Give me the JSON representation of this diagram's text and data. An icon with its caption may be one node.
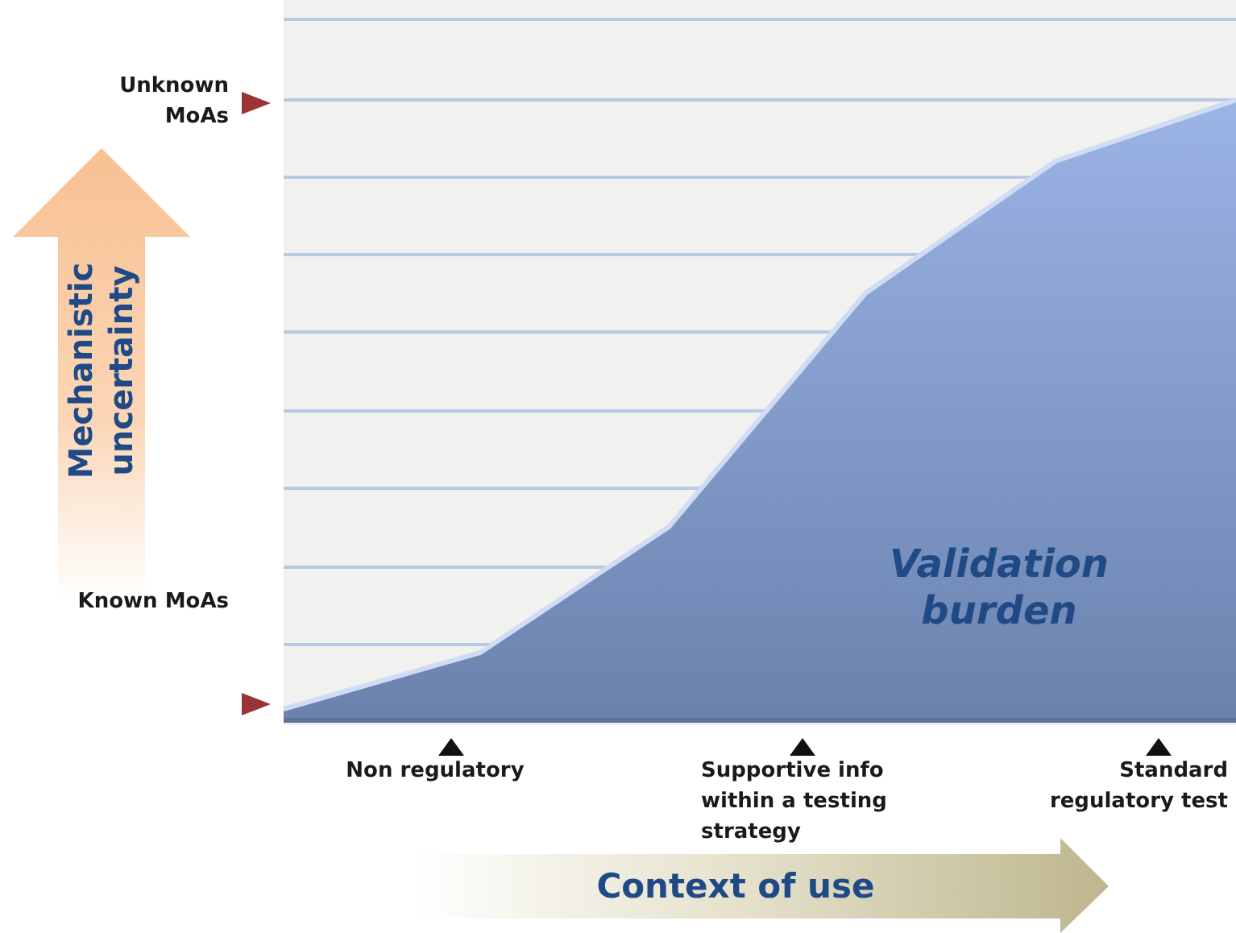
{
  "diagram": {
    "nodes": [
      {
        "text": [
          "Mechanistic uncertainty"
        ]
      },
      {
        "text": [
          "Context of use"
        ]
      }
    ],
    "labels": [
      "Unknown MoAs",
      "Known MoAs",
      "Validation burden",
      "Non regulatory",
      "Supportive info within a testing strategy",
      "Standard regulatory test"
    ]
  }
}
